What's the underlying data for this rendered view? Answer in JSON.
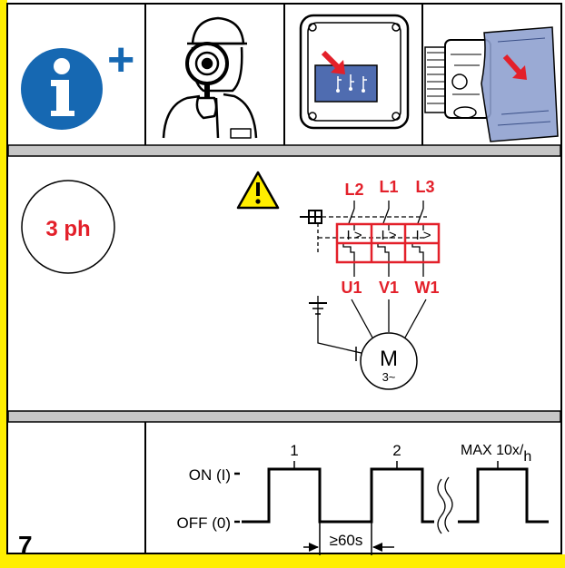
{
  "info": {
    "plus": "+"
  },
  "phase": {
    "label": "3 ph"
  },
  "lines": {
    "l2": "L2",
    "l1": "L1",
    "l3": "L3"
  },
  "breaker": {
    "trip": "I >"
  },
  "outputs": {
    "u1": "U1",
    "v1": "V1",
    "w1": "W1"
  },
  "motor": {
    "letter": "M",
    "sub": "3~"
  },
  "timing": {
    "on": "ON (I)",
    "off": "OFF (0)",
    "pulse1": "1",
    "pulse2": "2",
    "max_prefix": "MAX 10x/",
    "max_suffix": "h",
    "delay": "≥60s"
  },
  "step": {
    "number": "7"
  },
  "colors": {
    "accent": "#e3202a",
    "border": "#ffee00",
    "info_blue": "#1668b2",
    "panel_blue": "#4f6cb0"
  }
}
